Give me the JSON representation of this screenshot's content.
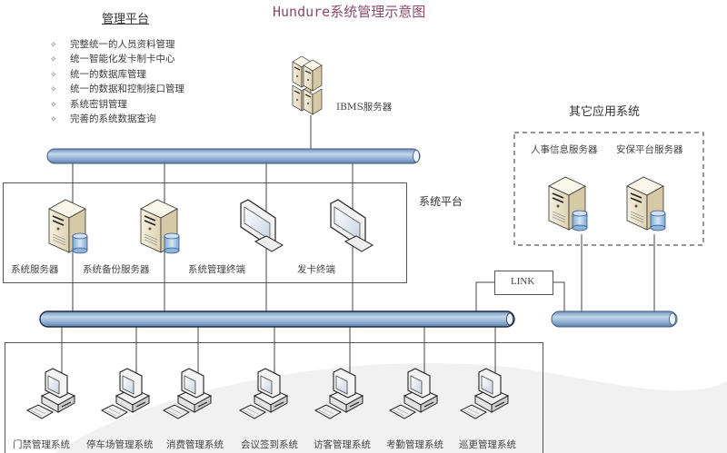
{
  "title": "Hundure系统管理示意图",
  "management_platform": {
    "heading": "管理平台",
    "features": [
      "完整统一的人员资料管理",
      "统一智能化发卡制卡中心",
      "统一的数据库管理",
      "统一的数据和控制接口管理",
      "系统密钥管理",
      "完善的系统数据查询"
    ],
    "bullet_glyph": "✧"
  },
  "ibms_server": {
    "label": "IBMS服务器",
    "icon": "server-cluster-icon"
  },
  "system_platform": {
    "heading": "系统平台",
    "nodes": [
      {
        "label": "系统服务器",
        "icon": "server-database-icon"
      },
      {
        "label": "系统备份服务器",
        "icon": "server-database-icon"
      },
      {
        "label": "系统管理终端",
        "icon": "monitor-icon"
      },
      {
        "label": "发卡终端",
        "icon": "monitor-icon"
      }
    ]
  },
  "other_systems": {
    "heading": "其它应用系统",
    "nodes": [
      {
        "label": "人事信息服务器",
        "icon": "server-database-icon"
      },
      {
        "label": "安保平台服务器",
        "icon": "server-database-icon"
      }
    ]
  },
  "link": {
    "label": "LINK"
  },
  "subsystems": [
    {
      "label": "门禁管理系统",
      "icon": "workstation-icon"
    },
    {
      "label": "停车场管理系统",
      "icon": "workstation-icon"
    },
    {
      "label": "消费管理系统",
      "icon": "workstation-icon"
    },
    {
      "label": "会议签到系统",
      "icon": "workstation-icon"
    },
    {
      "label": "访客管理系统",
      "icon": "workstation-icon"
    },
    {
      "label": "考勤管理系统",
      "icon": "workstation-icon"
    },
    {
      "label": "巡更管理系统",
      "icon": "workstation-icon"
    }
  ],
  "colors": {
    "bus_fill": "#9dbbdc",
    "bus_stroke": "#3d5a80",
    "title": "#8a4a6a",
    "server_body": "#efe6cf",
    "database": "#a9cbe8"
  }
}
